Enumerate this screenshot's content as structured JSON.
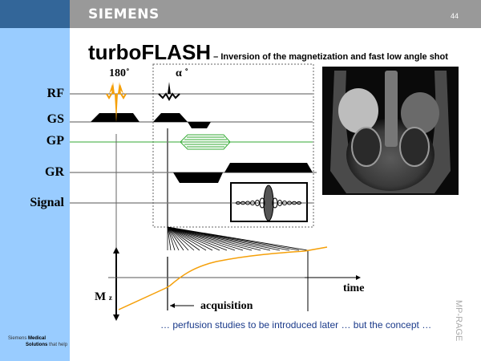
{
  "header": {
    "brand": "SIEMENS",
    "page_number": "44"
  },
  "title": {
    "main": "turboFLASH",
    "subtitle": " – Inversion of the magnetization  and fast low angle shot"
  },
  "diagram": {
    "row_labels": [
      "RF",
      "GS",
      "GP",
      "GR",
      "Signal"
    ],
    "pulse_labels": {
      "inversion": "180˚",
      "excitation": "α ˚"
    },
    "mz_label": "M",
    "mz_subscript": "z",
    "time_label": "time",
    "acquisition_label": "acquisition",
    "colors": {
      "inversion_pulse": "#f5a00a",
      "recovery_curve": "#f5a00a",
      "phase_gradient": "#33aa33",
      "axis": "#000000",
      "timeline": "#666666"
    }
  },
  "image": {
    "description": "coronal-mri-abdomen"
  },
  "caption": "… perfusion studies to be introduced later … but the concept …",
  "side_tag": "MP-RAGE",
  "footer": {
    "line1_prefix": "Siemens ",
    "line1_bold": "Medical",
    "line2_bold": "Solutions",
    "line2_suffix": " that help"
  }
}
